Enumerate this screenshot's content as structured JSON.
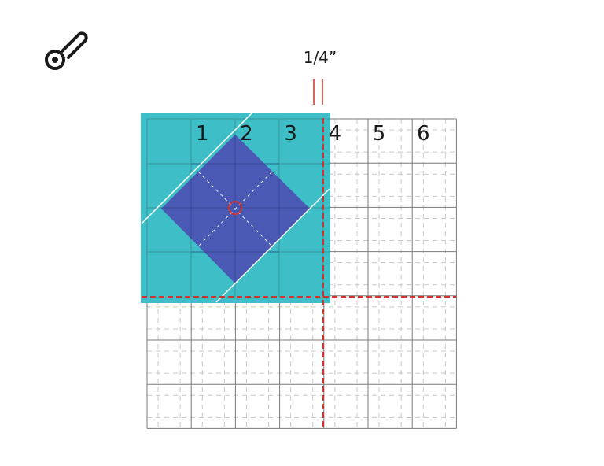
{
  "seam_allowance_label": "1/4”",
  "ruler_numbers": [
    "1",
    "2",
    "3",
    "4",
    "5",
    "6"
  ],
  "icons": {
    "tool": "rotary-cutter-icon",
    "center": "center-target-icon"
  },
  "colors": {
    "background": "#ffffff",
    "grid_line": "#7a7a7a",
    "grid_dash": "#c9c9c9",
    "cut_line": "#d0342c",
    "square_fill": "#3ebfc8",
    "diamond_fill": "#4a59b3",
    "diagonal_line": "#ffffff",
    "icon_stroke": "#1a1a1a",
    "text": "#1a1a1a"
  }
}
